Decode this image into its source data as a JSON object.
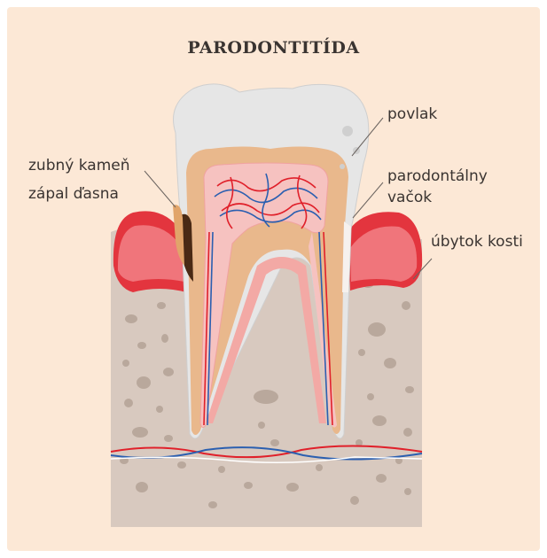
{
  "title": "PARODONTITÍDA",
  "labels": {
    "plaque": "povlak",
    "tartar": "zubný kameň",
    "gum_inflammation": "zápal ďasna",
    "pocket_line1": "parodontálny",
    "pocket_line2": "vačok",
    "bone_loss": "úbytok kosti"
  },
  "colors": {
    "background": "#fce8d6",
    "bone": "#d8c9bf",
    "enamel": "#e6e6e6",
    "dentin": "#e9b88c",
    "pulp": "#f6c2c0",
    "gum": "#e33c45",
    "tartar": "#4a2a15",
    "artery": "#e0202a",
    "vein": "#2b5fb0"
  }
}
